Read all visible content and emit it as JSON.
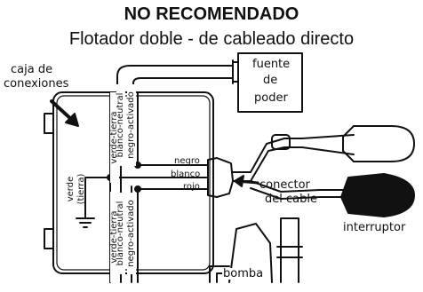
{
  "diagram": {
    "title": "NO RECOMENDADO",
    "subtitle": "Flotador doble - de cableado directo",
    "labels": {
      "junction_box": [
        "caja de",
        "conexiones"
      ],
      "power_source": [
        "fuente",
        "de",
        "poder"
      ],
      "cable_connector": [
        "conector",
        "del cable"
      ],
      "switch": "interruptor",
      "pump": "bomba",
      "ground": [
        "verde",
        "(tierra)"
      ]
    },
    "upper_wires": [
      "verde-tierra",
      "blanco-neutral",
      "negro-activado"
    ],
    "lower_wires": [
      "verde-tierra",
      "blanco-neutral",
      "negro-activado"
    ],
    "connector_wires": [
      "negro",
      "blanco",
      "rojo"
    ]
  },
  "colors": {
    "ink": "#111111",
    "background": "#ffffff"
  }
}
